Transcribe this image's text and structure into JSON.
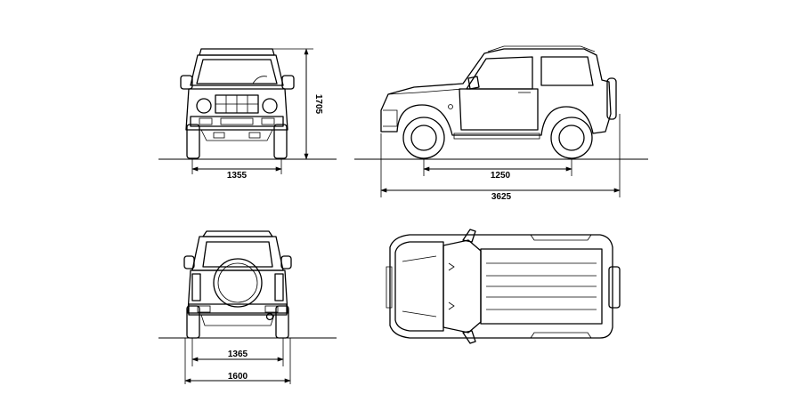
{
  "views": {
    "front": {
      "dimensions": {
        "width": "1355",
        "height": "1705"
      }
    },
    "side": {
      "dimensions": {
        "wheelbase": "1250",
        "length": "3625"
      }
    },
    "rear": {
      "dimensions": {
        "track": "1365",
        "width": "1600"
      }
    },
    "top": {}
  },
  "colors": {
    "line": "#000000",
    "background": "#ffffff"
  }
}
